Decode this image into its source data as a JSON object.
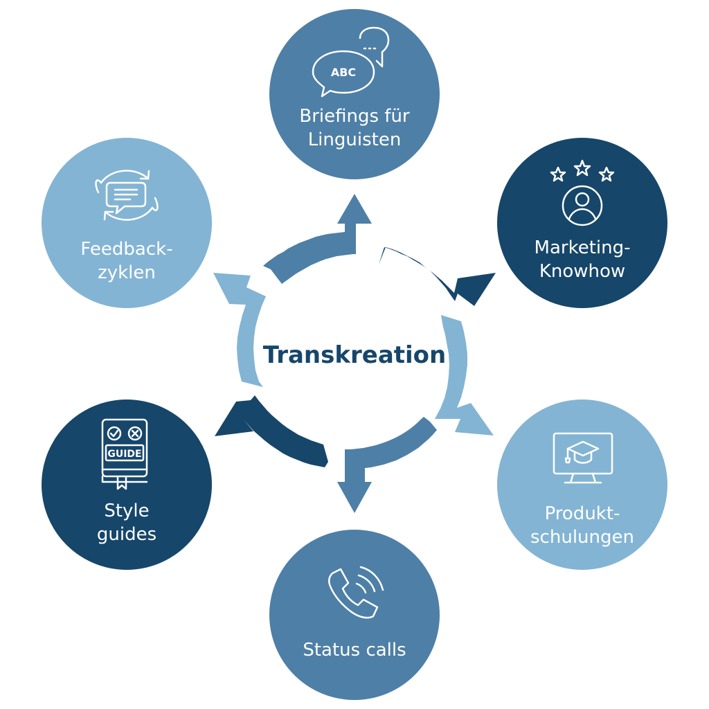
{
  "center": {
    "label": "Transkreation"
  },
  "nodes": [
    {
      "id": "briefings",
      "line1": "Briefings für",
      "line2": "Linguisten",
      "icon": "speech-bubbles-abc-icon",
      "color": "#4e7fa6"
    },
    {
      "id": "marketing",
      "line1": "Marketing-",
      "line2": "Knowhow",
      "icon": "person-stars-icon",
      "color": "#16466a"
    },
    {
      "id": "produkt",
      "line1": "Produkt-",
      "line2": "schulungen",
      "icon": "monitor-graduation-cap-icon",
      "color": "#83b4d3"
    },
    {
      "id": "status",
      "line1": "Status calls",
      "line2": "",
      "icon": "phone-call-icon",
      "color": "#4e7fa6"
    },
    {
      "id": "style",
      "line1": "Style",
      "line2": "guides",
      "icon": "guide-book-icon",
      "color": "#16466a"
    },
    {
      "id": "feedback",
      "line1": "Feedback-",
      "line2": "zyklen",
      "icon": "feedback-cycle-icon",
      "color": "#83b4d3"
    }
  ],
  "icon_text": {
    "abc": "ABC",
    "guide": "GUIDE"
  },
  "arrow_colors": [
    "#4e7fa6",
    "#16466a",
    "#83b4d3",
    "#4e7fa6",
    "#16466a",
    "#83b4d3"
  ]
}
